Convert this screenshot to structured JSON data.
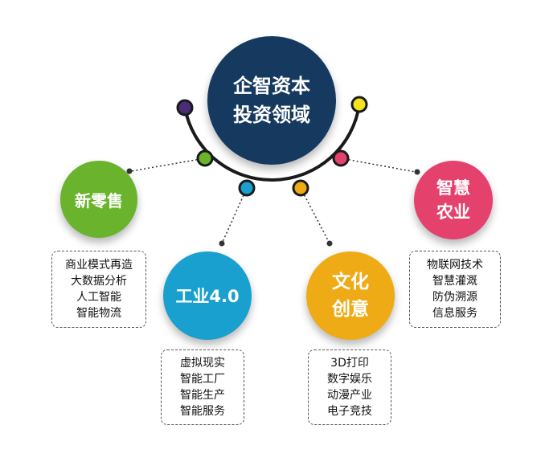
{
  "center": {
    "line1": "企智资本",
    "line2": "投资领域"
  },
  "nodes": {
    "retail": {
      "lines": [
        "新零售"
      ],
      "color": "#6ab42d",
      "items": [
        "商业模式再造",
        "大数据分析",
        "人工智能",
        "智能物流"
      ]
    },
    "industry": {
      "lines": [
        "工业4.0"
      ],
      "color": "#1aa0cf",
      "items": [
        "虚拟现实",
        "智能工厂",
        "智能生产",
        "智能服务"
      ]
    },
    "culture": {
      "lines": [
        "文化",
        "创意"
      ],
      "color": "#efab16",
      "items": [
        "3D打印",
        "数字娱乐",
        "动漫产业",
        "电子竞技"
      ]
    },
    "agri": {
      "lines": [
        "智慧",
        "农业"
      ],
      "color": "#e5416d",
      "items": [
        "物联网技术",
        "智慧灌溉",
        "防伪溯源",
        "信息服务"
      ]
    }
  },
  "colors": {
    "center": "#163a5f",
    "dot_purple": "#4b2c76",
    "dot_green": "#6ab42d",
    "dot_blue": "#1aa0cf",
    "dot_orange": "#efab16",
    "dot_pink": "#e5416d",
    "dot_yellow": "#f2e31a"
  }
}
